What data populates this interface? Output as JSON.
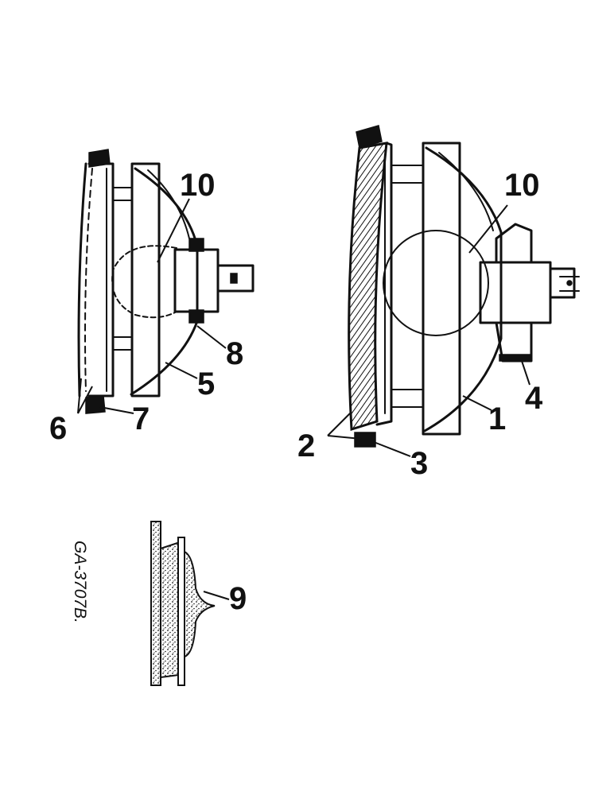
{
  "drawing_code": "GA-3707B.",
  "callouts": {
    "left_bulb": "10",
    "left_socket": "8",
    "left_reflector": "5",
    "left_rim": "6",
    "left_seal": "7",
    "right_bulb": "10",
    "right_reflector": "1",
    "right_socket": "4",
    "right_rim": "2",
    "right_seal": "3",
    "gasket": "9"
  },
  "colors": {
    "ink": "#111111",
    "paper": "#ffffff"
  }
}
